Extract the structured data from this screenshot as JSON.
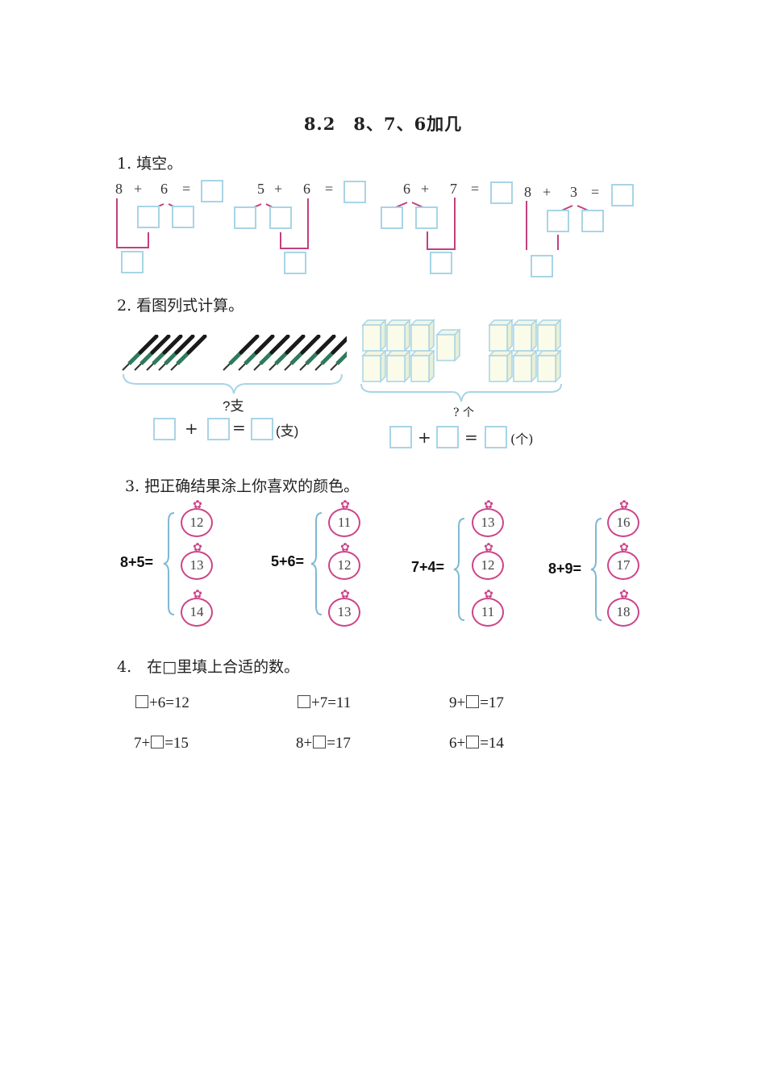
{
  "title": "8.2　8、7、6加几",
  "q1": {
    "heading": "1. 填空。",
    "problems": [
      {
        "a": "8",
        "op": "+",
        "b": "6",
        "eq": "="
      },
      {
        "a": "5",
        "op": "+",
        "b": "6",
        "eq": "="
      },
      {
        "a": "6",
        "op": "+",
        "b": "7",
        "eq": "="
      },
      {
        "a": "8",
        "op": "+",
        "b": "3",
        "eq": "="
      }
    ]
  },
  "q2": {
    "heading": "2. 看图列式计算。",
    "pens": {
      "left_count": 5,
      "right_count": 8,
      "question": "?支",
      "plus": "+",
      "equals": "=",
      "unit": "(支)"
    },
    "cubes": {
      "left_count": 7,
      "right_count": 6,
      "question": "? 个",
      "plus": "+",
      "equals": "=",
      "unit": "(个)"
    }
  },
  "q3": {
    "heading": "3. 把正确结果涂上你喜欢的颜色。",
    "groups": [
      {
        "expr": "8+5=",
        "options": [
          "12",
          "13",
          "14"
        ]
      },
      {
        "expr": "5+6=",
        "options": [
          "11",
          "12",
          "13"
        ]
      },
      {
        "expr": "7+4=",
        "options": [
          "13",
          "12",
          "11"
        ]
      },
      {
        "expr": "8+9=",
        "options": [
          "16",
          "17",
          "18"
        ]
      }
    ]
  },
  "q4": {
    "heading": "4.　在□里填上合适的数。",
    "rows": [
      [
        {
          "pre": "",
          "post": "+6=12"
        },
        {
          "pre": "",
          "post": "+7=11"
        },
        {
          "pre": "9+",
          "post": "=17"
        }
      ],
      [
        {
          "pre": "7+",
          "post": "=15"
        },
        {
          "pre": "8+",
          "post": "=17"
        },
        {
          "pre": "6+",
          "post": "=14"
        }
      ]
    ]
  },
  "colors": {
    "box_border": "#a8d4e6",
    "pink_line": "#c2407c",
    "tomato": "#cc4488",
    "brace": "#7fb8d4"
  }
}
